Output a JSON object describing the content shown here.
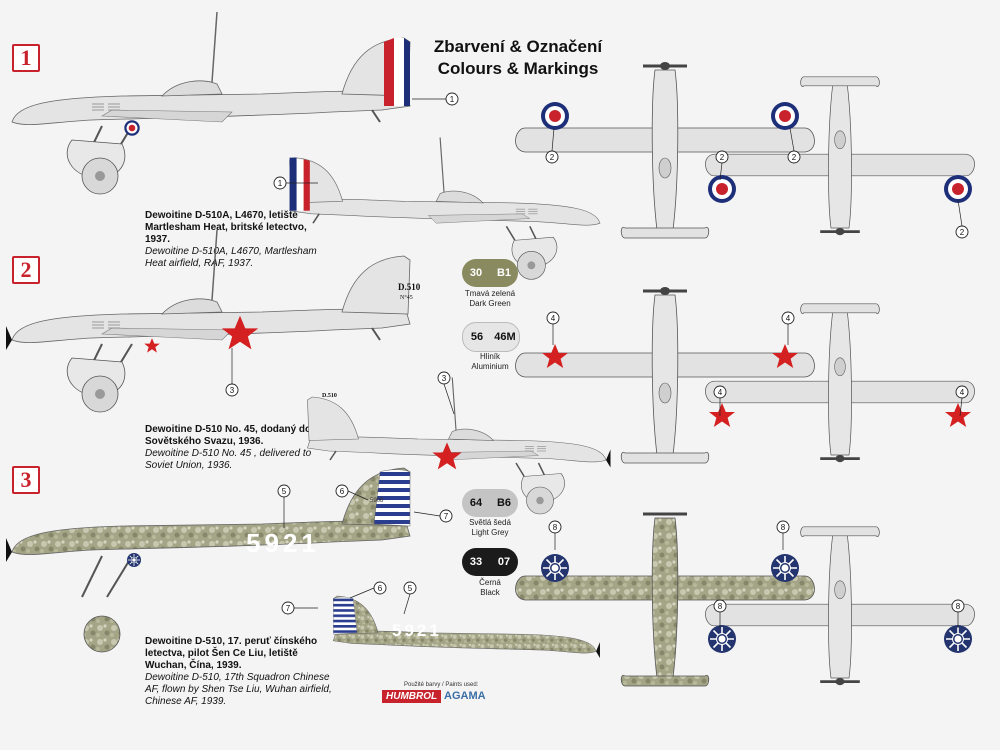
{
  "header": {
    "title_cz": "Zbarvení & Označení",
    "title_en": "Colours & Markings"
  },
  "schemes": [
    {
      "number": "1",
      "caption_cz": "Dewoitine D-510A, L4670, letiště Martlesham Heat, britské letectvo, 1937.",
      "caption_en": "Dewoitine D-510A, L4670, Martlesham Heat airfield, RAF, 1937."
    },
    {
      "number": "2",
      "caption_cz": "Dewoitine D-510 No. 45, dodaný do Sovětského Svazu, 1936.",
      "caption_en": "Dewoitine D-510 No. 45 , delivered to Soviet Union, 1936."
    },
    {
      "number": "3",
      "caption_cz": "Dewoitine D-510, 17. peruť čínského letectva, pilot Šen Ce Liu, letiště Wuchan, Čína, 1939.",
      "caption_en": "Dewoitine D-510, 17th Squadron Chinese AF, flown by Shen Tse Liu, Wuhan airfield, Chinese AF, 1939."
    }
  ],
  "paints": [
    {
      "code_a": "30",
      "code_b": "B1",
      "name_cz": "Tmavá zelená",
      "name_en": "Dark Green",
      "color": "#8a8a60",
      "text": "#ffffff"
    },
    {
      "code_a": "56",
      "code_b": "46M",
      "name_cz": "Hliník",
      "name_en": "Aluminium",
      "color": "#e6e6e6",
      "text": "#111111"
    },
    {
      "code_a": "64",
      "code_b": "B6",
      "name_cz": "Světlá šedá",
      "name_en": "Light Grey",
      "color": "#c4c4c4",
      "text": "#111111"
    },
    {
      "code_a": "33",
      "code_b": "07",
      "name_cz": "Černá",
      "name_en": "Black",
      "color": "#1b1b1b",
      "text": "#ffffff"
    }
  ],
  "markings": {
    "serial_3": "5921",
    "tail_2": "D.510",
    "tail_2_no": "N°45",
    "tail_3": "5908"
  },
  "callouts": [
    "1",
    "2",
    "3",
    "4",
    "5",
    "6",
    "7",
    "8"
  ],
  "footer": {
    "paints_label": "Použité barvy / Paints used:",
    "brand1": "HUMBROL",
    "brand2": "AGAMA"
  },
  "colors": {
    "raf_blue": "#1e2f7a",
    "raf_red": "#c8232c",
    "soviet_red": "#d42020",
    "aluminium": "#e2e2e2",
    "camo_green": "#9a9a78",
    "china_blue": "#23346e"
  }
}
